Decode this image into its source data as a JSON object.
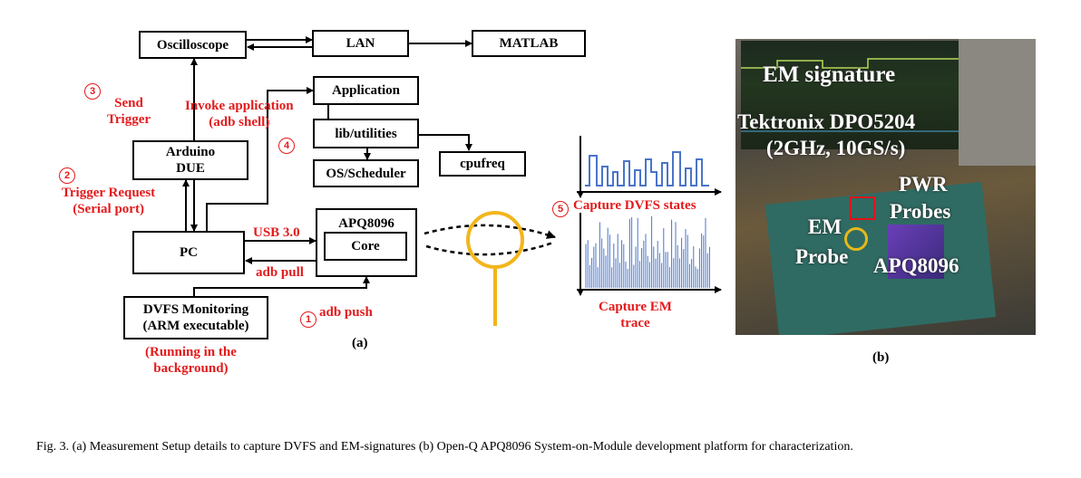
{
  "figure": {
    "boxes": {
      "oscilloscope": "Oscilloscope",
      "lan": "LAN",
      "matlab": "MATLAB",
      "application": "Application",
      "lib_utilities": "lib/utilities",
      "os_scheduler": "OS/Scheduler",
      "cpufreq": "cpufreq",
      "arduino_line1": "Arduino",
      "arduino_line2": "DUE",
      "pc": "PC",
      "apq8096": "APQ8096",
      "core": "Core",
      "dvfs_line1": "DVFS Monitoring",
      "dvfs_line2": "(ARM executable)"
    },
    "annotations": {
      "step3_num": "3",
      "send_trigger_line1": "Send",
      "send_trigger_line2": "Trigger",
      "invoke_line1": "Invoke application",
      "invoke_line2": "(adb shell)",
      "step4_num": "4",
      "step2_num": "2",
      "trigger_request_line1": "Trigger Request",
      "trigger_request_line2": "(Serial port)",
      "usb": "USB 3.0",
      "adb_pull": "adb pull",
      "step1_num": "1",
      "adb_push": "adb push",
      "running_line1": "(Running in the",
      "running_line2": "background)",
      "step5_num": "5",
      "capture_dvfs": "Capture DVFS states",
      "capture_em_line1": "Capture EM",
      "capture_em_line2": "trace"
    },
    "panel_a_label": "(a)",
    "panel_b_label": "(b)",
    "photo_labels": {
      "em_signature": "EM signature",
      "tektronix_line1": "Tektronix DPO5204",
      "tektronix_line2": "(2GHz, 10GS/s)",
      "pwr_line1": "PWR",
      "pwr_line2": "Probes",
      "em_probe_line1": "EM",
      "em_probe_line2": "Probe",
      "apq": "APQ8096"
    },
    "caption": "Fig. 3.  (a) Measurement Setup details to capture DVFS and EM-signatures (b) Open-Q APQ8096 System-on-Module development platform for characterization."
  },
  "colors": {
    "annotation_red": "#e41a1c",
    "signal_blue": "#4a74c9",
    "probe_yellow": "#f2b51c"
  }
}
